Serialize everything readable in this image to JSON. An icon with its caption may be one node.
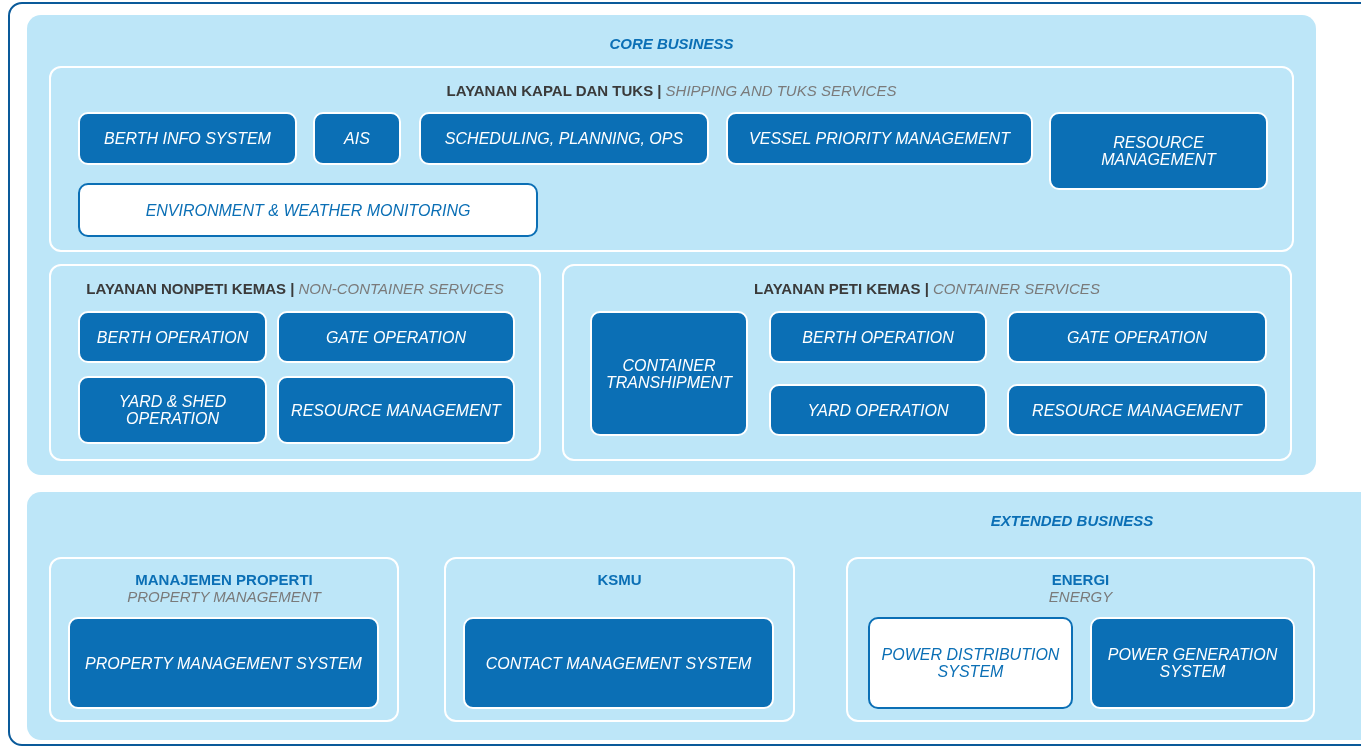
{
  "diagram": {
    "nodes": [
      {
        "text": [
          "CORE BUSINESS"
        ]
      },
      {
        "text": [
          "LAYANAN KAPAL DAN TUKS |",
          "SHIPPING AND TUKS SERVICES"
        ],
        "in": 0
      },
      {
        "text": [
          "BERTH INFO SYSTEM"
        ],
        "in": 1
      },
      {
        "text": [
          "AIS"
        ],
        "in": 1
      },
      {
        "text": [
          "SCHEDULING, PLANNING, OPS"
        ],
        "in": 1
      },
      {
        "text": [
          "VESSEL PRIORITY MANAGEMENT"
        ],
        "in": 1
      },
      {
        "text": [
          "RESOURCE MANAGEMENT"
        ],
        "in": 1
      },
      {
        "text": [
          "ENVIRONMENT & WEATHER MONITORING"
        ],
        "in": 1
      },
      {
        "text": [
          "LAYANAN NONPETI KEMAS |",
          "NON-CONTAINER SERVICES"
        ],
        "in": 0
      },
      {
        "text": [
          "BERTH OPERATION"
        ],
        "in": 8
      },
      {
        "text": [
          "GATE OPERATION"
        ],
        "in": 8
      },
      {
        "text": [
          "YARD & SHED OPERATION"
        ],
        "in": 8
      },
      {
        "text": [
          "RESOURCE MANAGEMENT"
        ],
        "in": 8
      },
      {
        "text": [
          "LAYANAN PETI KEMAS |",
          "CONTAINER SERVICES"
        ],
        "in": 0
      },
      {
        "text": [
          "CONTAINER TRANSHIPMENT"
        ],
        "in": 13
      },
      {
        "text": [
          "BERTH OPERATION"
        ],
        "in": 13
      },
      {
        "text": [
          "GATE OPERATION"
        ],
        "in": 13
      },
      {
        "text": [
          "YARD OPERATION"
        ],
        "in": 13
      },
      {
        "text": [
          "RESOURCE MANAGEMENT"
        ],
        "in": 13
      },
      {
        "text": [
          "EXTENDED BUSINESS"
        ]
      },
      {
        "text": [
          "MANAJEMEN PROPERTI",
          "PROPERTY MANAGEMENT"
        ],
        "in": 19
      },
      {
        "text": [
          "PROPERTY MANAGEMENT SYSTEM"
        ],
        "in": 20
      },
      {
        "text": [
          "KSMU"
        ],
        "in": 19
      },
      {
        "text": [
          "CONTACT MANAGEMENT SYSTEM"
        ],
        "in": 22
      },
      {
        "text": [
          "ENERGI",
          "ENERGY"
        ],
        "in": 19
      },
      {
        "text": [
          "POWER DISTRIBUTION SYSTEM"
        ],
        "in": 24
      },
      {
        "text": [
          "POWER GENERATION SYSTEM"
        ],
        "in": 24
      }
    ],
    "edges": []
  }
}
